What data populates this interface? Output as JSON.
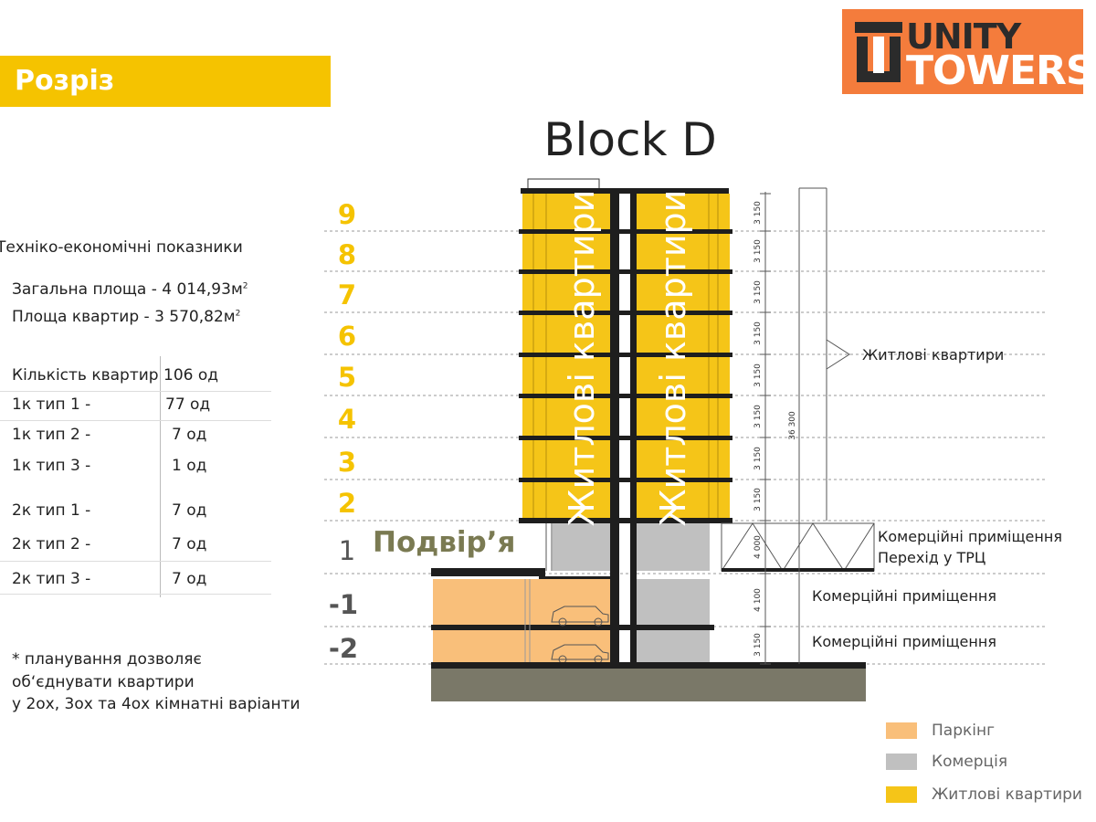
{
  "header": {
    "section_label": "Розріз",
    "logo_word1": "UNITY",
    "logo_word2": "TOWERS",
    "logo_monogram": "U",
    "block_title": "Block D"
  },
  "indicators": {
    "title": "Техніко-економічні показники",
    "total_area": "Загальна площа - 4 014,93м",
    "apartments_area": "Площа квартир - 3 570,82м",
    "area_unit_sup": "2"
  },
  "apartment_table": [
    {
      "type": "Кількість квартир",
      "count": "106 од"
    },
    {
      "type": "1к тип 1 -",
      "count": "77 од"
    },
    {
      "type": "1к тип 2 -",
      "count": "7 од"
    },
    {
      "type": "1к тип 3 -",
      "count": "1 од"
    },
    {
      "type": "2к тип 1 -",
      "count": "7 од"
    },
    {
      "type": "2к тип 2 -",
      "count": "7 од"
    },
    {
      "type": "2к тип 3 -",
      "count": "7 од"
    }
  ],
  "note": {
    "line1": "* планування дозволяє",
    "line2": "об‘єднувати квартири",
    "line3": "у 2ох, 3ох та 4ох кімнатні варіанти"
  },
  "floors": [
    "9",
    "8",
    "7",
    "6",
    "5",
    "4",
    "3",
    "2",
    "1",
    "-1",
    "-2"
  ],
  "courtyard_label": "Подвір’я",
  "building_labels": {
    "residential_vertical": "Житлові квартири"
  },
  "dimensions": {
    "floor_heights": [
      "3 150",
      "3 150",
      "3 150",
      "3 150",
      "3 150",
      "3 150",
      "3 150",
      "3 150",
      "4 000",
      "4 100",
      "3 150"
    ],
    "total_height": "36 300"
  },
  "zone_labels": {
    "residential": "Житлові квартири",
    "commercial_1a": "Комерційні приміщення",
    "commercial_1b": "Перехід у ТРЦ",
    "commercial_m1": "Комерційні приміщення",
    "commercial_m2": "Комерційні приміщення"
  },
  "legend": [
    {
      "label": "Паркінг",
      "color": "#f9bf7a"
    },
    {
      "label": "Комерція",
      "color": "#c0c0c0"
    },
    {
      "label": "Житлові квартири",
      "color": "#f5c518"
    }
  ],
  "colors": {
    "accent_yellow": "#f5c300",
    "logo_orange": "#f47c3c",
    "residential": "#f5c518",
    "commercial": "#c0c0c0",
    "parking": "#f9bf7a",
    "ground": "#7a7868"
  }
}
